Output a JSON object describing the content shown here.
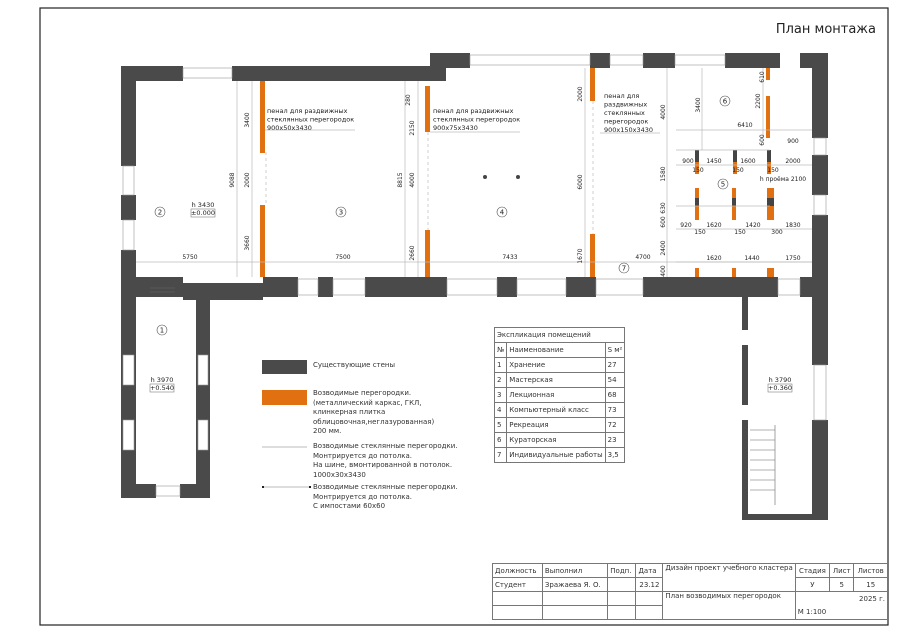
{
  "title": "План монтажа",
  "dimensions": [
    "5750",
    "7500",
    "7433",
    "4700",
    "9088",
    "3400",
    "2000",
    "3660",
    "8815",
    "280",
    "2150",
    "4000",
    "2660",
    "2000",
    "6000",
    "1670",
    "4000",
    "3400",
    "2200",
    "610",
    "6410",
    "600",
    "900",
    "900",
    "1450",
    "1600",
    "2000",
    "150",
    "150",
    "150",
    "h проёма 2100",
    "1580",
    "630",
    "600",
    "920",
    "1620",
    "1420",
    "1830",
    "150",
    "150",
    "300",
    "2400",
    "1620",
    "1440",
    "1750",
    "400"
  ],
  "rooms": [
    "1",
    "2",
    "3",
    "4",
    "5",
    "6",
    "7"
  ],
  "levels": [
    {
      "h": "h 3430",
      "mark": "±0.000"
    },
    {
      "h": "h 3970",
      "mark": "+0.540"
    },
    {
      "h": "h 3790",
      "mark": "+0.360"
    }
  ],
  "callouts": [
    {
      "lines": [
        "пенал для раздвижных",
        "стеклянных перегородок",
        "900x50x3430"
      ]
    },
    {
      "lines": [
        "пенал для раздвижных",
        "стеклянных перегородок",
        "900x75x3430"
      ]
    },
    {
      "lines": [
        "пенал для",
        "раздвижных",
        "стеклянных",
        "перегородок",
        "900x150x3430"
      ]
    }
  ],
  "legend": [
    {
      "lines": [
        "Существующие стены"
      ],
      "color": "#4a4a4a"
    },
    {
      "lines": [
        "Возводимые перегородки.",
        "(металлический каркас, ГКЛ,",
        "клинкерная плитка",
        "облицовочная,неглазурованная)",
        "200 мм."
      ],
      "color": "#e07010"
    },
    {
      "lines": [
        "Возводимые стеклянные перегородки.",
        "Монтрируется до потолка.",
        "На шине, вмонтированной в потолок.",
        "1000x30x3430"
      ]
    },
    {
      "lines": [
        "Возводимые стеклянные перегородки.",
        "Монтрируется до потолка.",
        "С импостами 60x60"
      ]
    }
  ],
  "explication": {
    "title": "Экспликация помещений",
    "headers": [
      "№",
      "Наименование",
      "S м²"
    ],
    "rows": [
      [
        "1",
        "Хранение",
        "27"
      ],
      [
        "2",
        "Мастерская",
        "54"
      ],
      [
        "3",
        "Лекционная",
        "68"
      ],
      [
        "4",
        "Компьютерный класс",
        "73"
      ],
      [
        "5",
        "Рекреация",
        "72"
      ],
      [
        "6",
        "Кураторская",
        "23"
      ],
      [
        "7",
        "Индивидуальные работы",
        "3,5"
      ]
    ]
  },
  "title_block": {
    "headers": [
      "Должность",
      "Выполнил",
      "Подп.",
      "Дата"
    ],
    "row": [
      "Студент",
      "Зражаева Я. О.",
      "",
      "23.12"
    ],
    "project": "Дизайн проект учебного кластера",
    "sheet_title": "План возводимых перегородок",
    "stage_label": "Стадия",
    "sheet_label": "Лист",
    "sheets_label": "Листов",
    "stage": "У",
    "sheet": "5",
    "sheets": "15",
    "year": "2025 г.",
    "scale": "М 1:100"
  }
}
